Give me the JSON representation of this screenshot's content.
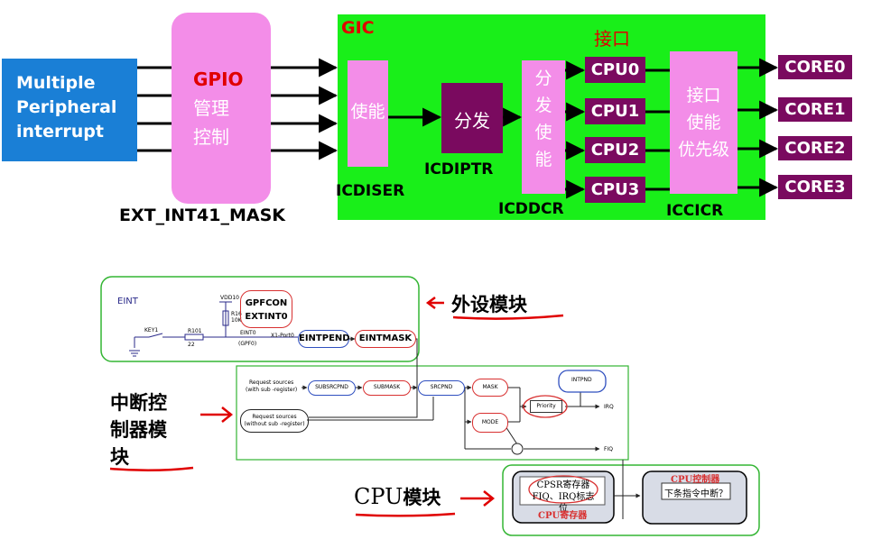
{
  "top": {
    "source": [
      "Multiple",
      "Peripheral",
      "interrupt"
    ],
    "gpio_title": "GPIO",
    "gpio_lines": [
      "管理",
      "控制"
    ],
    "gpio_caption": "EXT_INT41_MASK",
    "gic_title": "GIC",
    "interface_title": "接口",
    "enable_box": "使能",
    "enable_label": "ICDISER",
    "distribute_box": "分发",
    "distribute_label": "ICDIPTR",
    "distribute_enable_box": [
      "分",
      "发",
      "使",
      "能"
    ],
    "distribute_enable_label": "ICDDCR",
    "cpus": [
      "CPU0",
      "CPU1",
      "CPU2",
      "CPU3"
    ],
    "interface_enable_box": [
      "接口",
      "使能",
      "优先级"
    ],
    "interface_enable_label": "ICCICR",
    "cores": [
      "CORE0",
      "CORE1",
      "CORE2",
      "CORE3"
    ]
  },
  "bottom": {
    "peripheral_panel": {
      "eint": "EINT",
      "vdd": "VDD10",
      "r_top": "R16",
      "r_top_val": "10K",
      "key": "KEY1",
      "r_mid": "R101",
      "r_mid_val": "22",
      "eint_net": "EINT0",
      "eint_gpio": "(GPF0)",
      "xeint": "X1-Port0",
      "gpfcon": "GPFCON",
      "extint": "EXTINT0",
      "eintpend": "EINTPEND",
      "eintmask": "EINTMASK"
    },
    "controller_panel": {
      "req_sub": [
        "Request sources",
        "(with sub -register)"
      ],
      "req_nosub": [
        "Request sources",
        "(without sub -register)"
      ],
      "subsrcpnd": "SUBSRCPND",
      "submask": "SUBMASK",
      "srcpnd": "SRCPND",
      "mask": "MASK",
      "mode": "MODE",
      "priority": "Priority",
      "intpnd": "INTPND",
      "irq": "IRQ",
      "fiq": "FIQ"
    },
    "cpu_panel": {
      "cpsr": "CPSR寄存器",
      "flags": "FIQ、IRQ标志位",
      "cpu_reg": "CPU寄存器",
      "ctrl_title": "CPU控制器",
      "next": "下条指令中断？"
    },
    "labels": {
      "peripheral": "外设模块",
      "controller": [
        "中断控",
        "制器模",
        "块"
      ],
      "cpu_prefix": "CPU",
      "cpu_suffix": "模块"
    }
  },
  "colors": {
    "blue": "#1a7fd6",
    "pink": "#f38de8",
    "green": "#19ef19",
    "purple": "#7a0a5f",
    "red": "#e00000"
  }
}
